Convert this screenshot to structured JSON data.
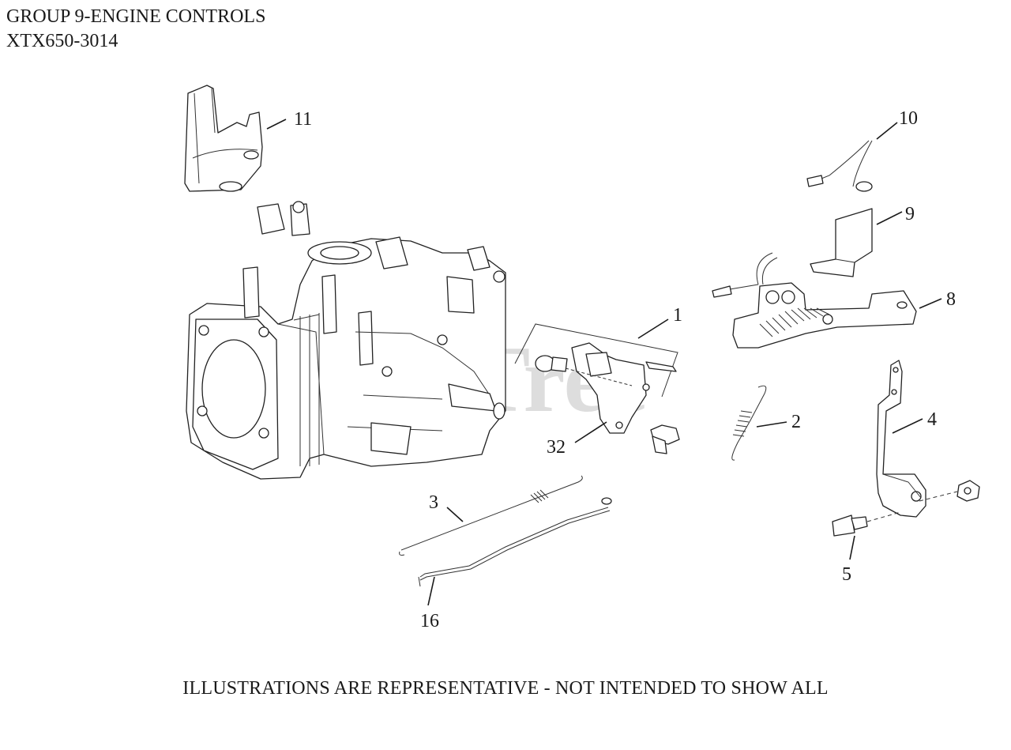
{
  "header": {
    "group_title": "GROUP 9-ENGINE CONTROLS",
    "model": "XTX650-3014"
  },
  "watermark": {
    "text": "PartsTree"
  },
  "callouts": {
    "c1": "1",
    "c2": "2",
    "c3": "3",
    "c4": "4",
    "c5": "5",
    "c8": "8",
    "c9": "9",
    "c10": "10",
    "c11": "11",
    "c16": "16",
    "c32": "32"
  },
  "footer": {
    "note": "ILLUSTRATIONS ARE REPRESENTATIVE - NOT INTENDED TO SHOW ALL"
  }
}
